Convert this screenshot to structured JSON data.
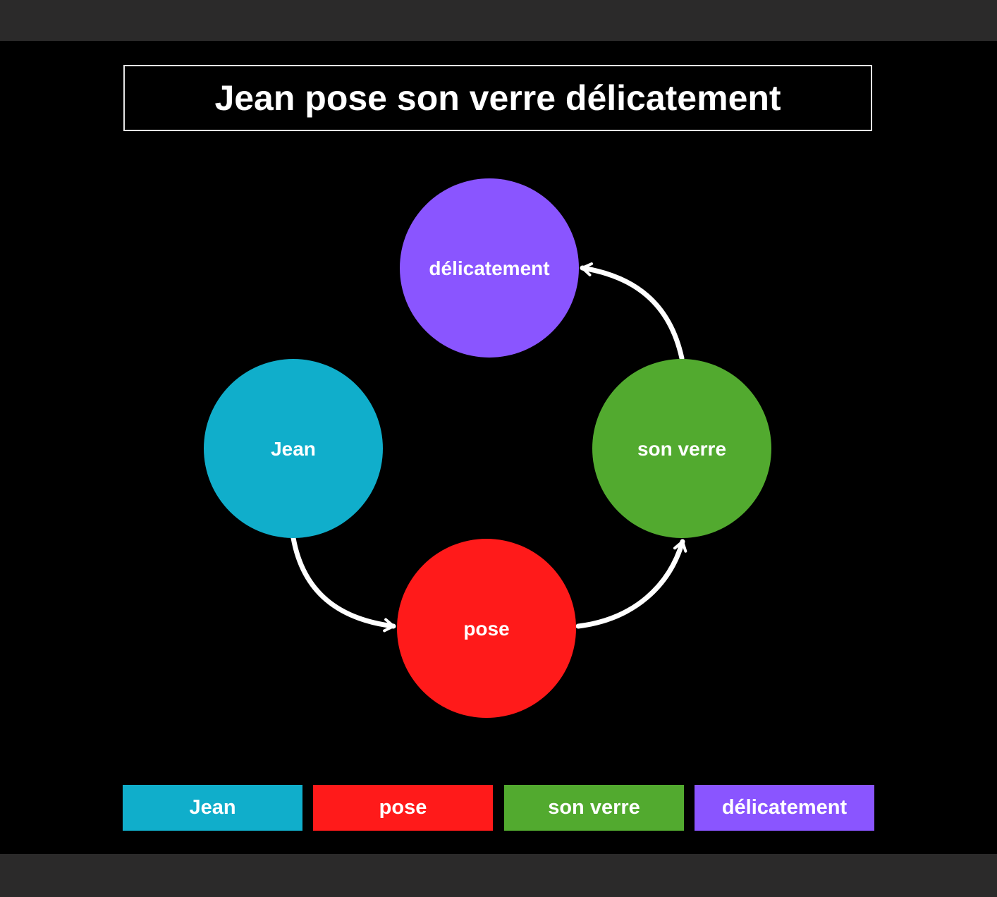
{
  "title": "Jean pose son verre délicatement",
  "nodes": [
    {
      "id": "jean",
      "label": "Jean",
      "color": "#10AECB"
    },
    {
      "id": "pose",
      "label": "pose",
      "color": "#FF1A1A"
    },
    {
      "id": "son-verre",
      "label": "son verre",
      "color": "#52AA2F"
    },
    {
      "id": "delicatement",
      "label": "délicatement",
      "color": "#8A55FF"
    }
  ],
  "edges": [
    {
      "from": "jean",
      "to": "pose"
    },
    {
      "from": "pose",
      "to": "son-verre"
    },
    {
      "from": "son-verre",
      "to": "delicatement"
    }
  ],
  "legend": [
    {
      "label": "Jean",
      "color": "#10AECB"
    },
    {
      "label": "pose",
      "color": "#FF1A1A"
    },
    {
      "label": "son verre",
      "color": "#52AA2F"
    },
    {
      "label": "délicatement",
      "color": "#8A55FF"
    }
  ],
  "colors": {
    "background": "#000000",
    "frame": "#2B2A2A",
    "arrow": "#FFFFFF",
    "text": "#FFFFFF"
  }
}
